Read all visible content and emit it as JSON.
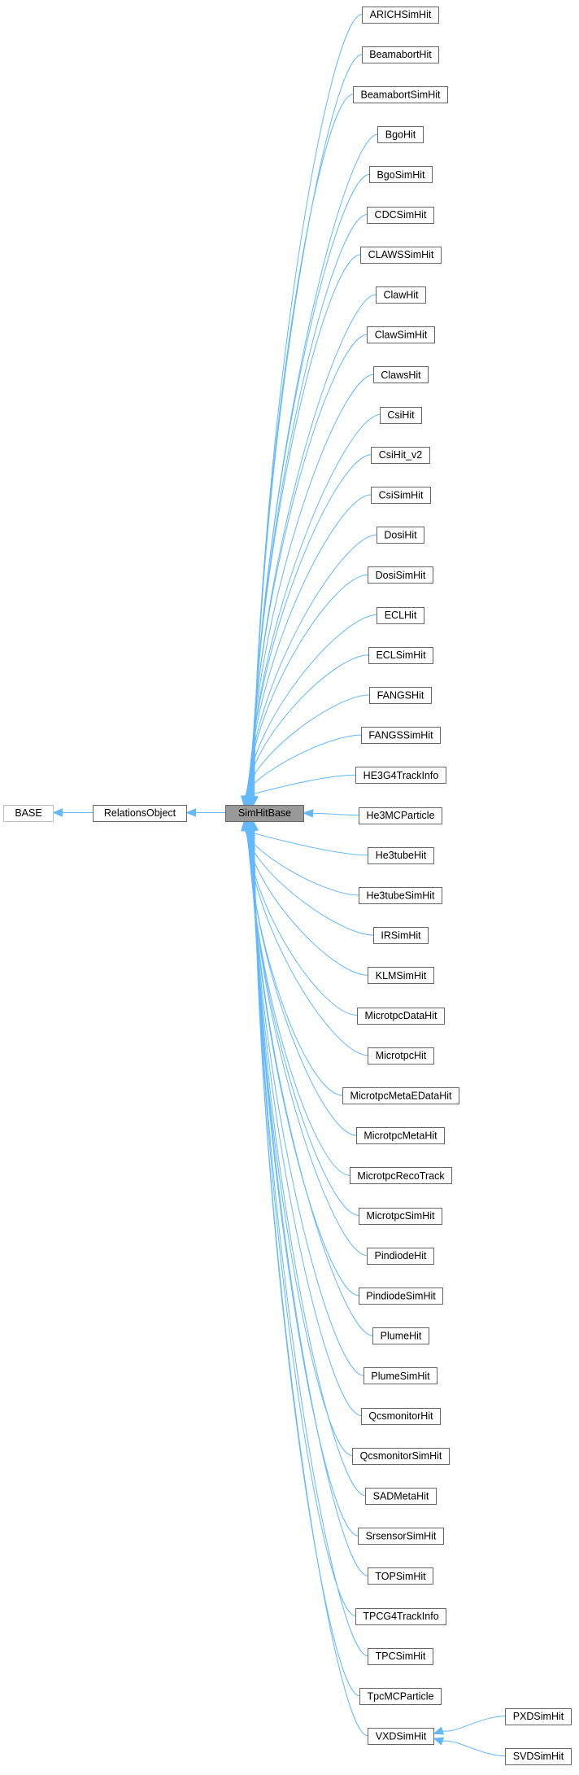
{
  "diagram": {
    "colors": {
      "edge": "#63b8ff",
      "node_border": "#666666",
      "base_border": "#bfbfbf",
      "current_fill": "#999999",
      "background": "#ffffff"
    },
    "root": "BASE",
    "parent": "RelationsObject",
    "current": "SimHitBase",
    "children": [
      "ARICHSimHit",
      "BeamabortHit",
      "BeamabortSimHit",
      "BgoHit",
      "BgoSimHit",
      "CDCSimHit",
      "CLAWSSimHit",
      "ClawHit",
      "ClawSimHit",
      "ClawsHit",
      "CsiHit",
      "CsiHit_v2",
      "CsiSimHit",
      "DosiHit",
      "DosiSimHit",
      "ECLHit",
      "ECLSimHit",
      "FANGSHit",
      "FANGSSimHit",
      "HE3G4TrackInfo",
      "He3MCParticle",
      "He3tubeHit",
      "He3tubeSimHit",
      "IRSimHit",
      "KLMSimHit",
      "MicrotpcDataHit",
      "MicrotpcHit",
      "MicrotpcMetaEDataHit",
      "MicrotpcMetaHit",
      "MicrotpcRecoTrack",
      "MicrotpcSimHit",
      "PindiodeHit",
      "PindiodeSimHit",
      "PlumeHit",
      "PlumeSimHit",
      "QcsmonitorHit",
      "QcsmonitorSimHit",
      "SADMetaHit",
      "SrsensorSimHit",
      "TOPSimHit",
      "TPCG4TrackInfo",
      "TPCSimHit",
      "TpcMCParticle",
      "VXDSimHit"
    ],
    "vxd_children": [
      "PXDSimHit",
      "SVDSimHit"
    ]
  }
}
